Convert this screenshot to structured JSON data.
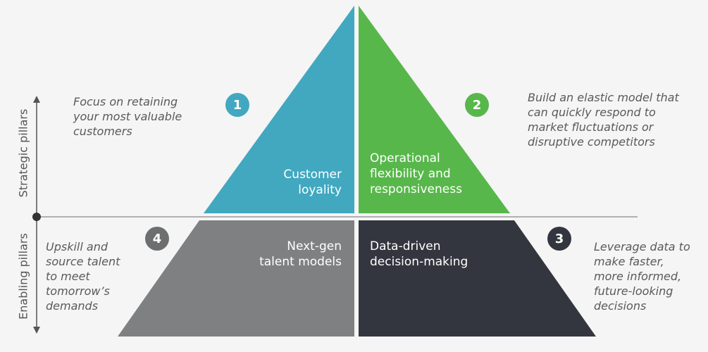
{
  "axis": {
    "strategic_label": "Strategic pillars",
    "enabling_label": "Enabling pillars"
  },
  "segments": {
    "customer_loyalty": {
      "number": "1",
      "title": "Customer\nloyality",
      "description": "Focus on retaining\nyour most valuable\ncustomers",
      "color": "#41a8c0"
    },
    "operational_flexibility": {
      "number": "2",
      "title": "Operational\nflexibility and\nresponsiveness",
      "description": "Build an elastic model that\ncan quickly respond to\nmarket fluctuations or\ndisruptive competitors",
      "color": "#58b74b"
    },
    "data_driven": {
      "number": "3",
      "title": "Data-driven\ndecision-making",
      "description": "Leverage data to\nmake faster,\nmore informed,\nfuture-looking\ndecisions",
      "color": "#34363f"
    },
    "talent_models": {
      "number": "4",
      "title": "Next-gen\ntalent models",
      "description": "Upskill and\nsource talent\nto meet\ntomorrow’s\ndemands",
      "color": "#7f8082"
    }
  },
  "colors": {
    "background": "#f5f5f5",
    "divider": "#9a9a9a",
    "axis": "#555555",
    "badge_gray": "#6d6e70"
  }
}
